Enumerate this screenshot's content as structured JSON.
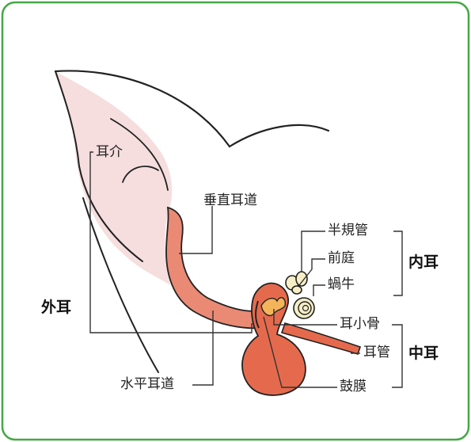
{
  "colors": {
    "frame_border": "#45a845",
    "ear_pinna_fill": "#f6dede",
    "canal_fill": "#ea8a74",
    "middle_ear_fill": "#e56a4d",
    "inner_ear_fill": "#f7eec6",
    "outline": "#222222",
    "leader_line": "#333333"
  },
  "labels": {
    "pinna": "耳介",
    "vertical_canal": "垂直耳道",
    "horizontal_canal": "水平耳道",
    "semicircular_canals": "半規管",
    "vestibule": "前庭",
    "cochlea": "蝸牛",
    "ossicles": "耳小骨",
    "eustachian_tube": "耳管",
    "eardrum": "鼓膜"
  },
  "groups": {
    "outer_ear": "外耳",
    "inner_ear": "内耳",
    "middle_ear": "中耳"
  }
}
